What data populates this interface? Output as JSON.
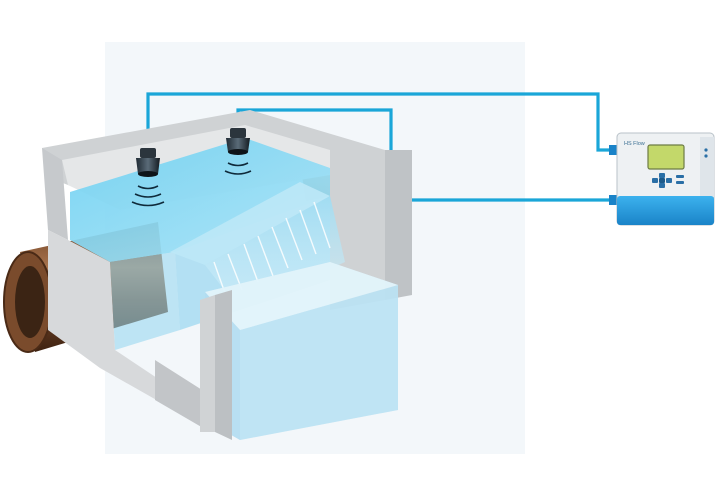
{
  "controller": {
    "brand_label": "HS Flow",
    "icon": "controller-unit-icon"
  },
  "sensors": [
    {
      "name": "upstream-level-sensor",
      "icon": "ultrasonic-sensor-icon"
    },
    {
      "name": "downstream-level-sensor",
      "icon": "ultrasonic-sensor-icon"
    }
  ],
  "colors": {
    "cable": "#1aa6d8",
    "water": "#7fd0ee",
    "chamber_wall": "#d9dadb",
    "pipe": "#8a5a3c",
    "controller_base": "#2c9fdf"
  }
}
